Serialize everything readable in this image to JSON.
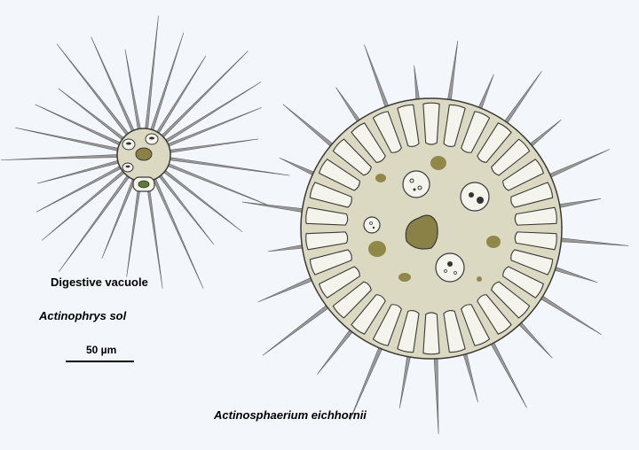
{
  "labels": {
    "digestive_vacuole": "Digestive vacuole",
    "actinophrys_sol": "Actinophrys sol",
    "scale": "50 µm",
    "actinosphaerium": "Actinosphaerium eichhornii"
  },
  "colors": {
    "background": "#f3f6fb",
    "cytoplasm": "#dcd9c3",
    "outline": "#3a3a36",
    "vacuole_fill": "#f4f3ec",
    "nucleus": "#8a8147",
    "inclusion": "#8f8846",
    "spine": "#606060",
    "food_green": "#5d7a3a"
  }
}
